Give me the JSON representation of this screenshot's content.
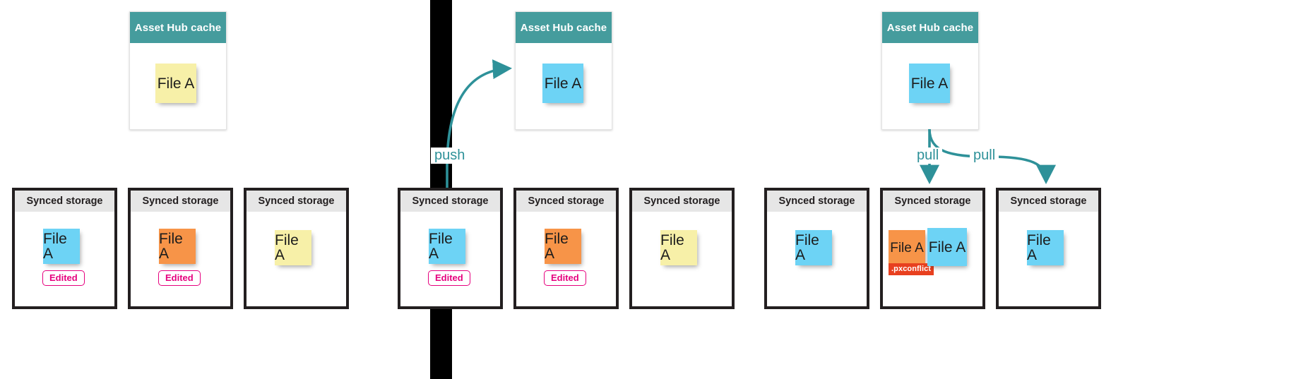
{
  "colors": {
    "teal": "#459C9D",
    "arrow_teal": "#2E9199",
    "note_yellow": "#F7F0A8",
    "note_blue": "#6DD3F5",
    "note_orange": "#F79448",
    "badge_edited": "#E6007E",
    "badge_conflict": "#E8401F",
    "store_border": "#231F20",
    "store_header": "#E6E6E6",
    "divider": "#000000"
  },
  "labels": {
    "asset_hub_cache": "Asset Hub cache",
    "synced_storage": "Synced storage",
    "file_a": "File A",
    "edited": "Edited",
    "pxconflict": ".pxconflict",
    "push": "push",
    "pull": "pull"
  },
  "panels": [
    {
      "id": "panel-1-initial",
      "hub": {
        "title": "Asset Hub cache",
        "note": {
          "label": "File A",
          "color": "yellow"
        }
      },
      "stores": [
        {
          "title": "Synced storage",
          "notes": [
            {
              "label": "File A",
              "color": "blue"
            }
          ],
          "badge": "Edited"
        },
        {
          "title": "Synced storage",
          "notes": [
            {
              "label": "File A",
              "color": "orange"
            }
          ],
          "badge": "Edited"
        },
        {
          "title": "Synced storage",
          "notes": [
            {
              "label": "File A",
              "color": "yellow"
            }
          ],
          "badge": null
        }
      ],
      "arrows": []
    },
    {
      "id": "panel-2-push",
      "hub": {
        "title": "Asset Hub cache",
        "note": {
          "label": "File A",
          "color": "blue"
        }
      },
      "stores": [
        {
          "title": "Synced storage",
          "notes": [
            {
              "label": "File A",
              "color": "blue"
            }
          ],
          "badge": "Edited"
        },
        {
          "title": "Synced storage",
          "notes": [
            {
              "label": "File A",
              "color": "orange"
            }
          ],
          "badge": "Edited"
        },
        {
          "title": "Synced storage",
          "notes": [
            {
              "label": "File A",
              "color": "yellow"
            }
          ],
          "badge": null
        }
      ],
      "arrows": [
        {
          "label": "push",
          "from": "store-1",
          "to": "hub"
        }
      ]
    },
    {
      "id": "panel-3-pull",
      "hub": {
        "title": "Asset Hub cache",
        "note": {
          "label": "File A",
          "color": "blue"
        }
      },
      "stores": [
        {
          "title": "Synced storage",
          "notes": [
            {
              "label": "File A",
              "color": "blue"
            }
          ],
          "badge": null
        },
        {
          "title": "Synced storage",
          "notes": [
            {
              "label": "File A",
              "color": "orange",
              "badge": ".pxconflict"
            },
            {
              "label": "File A",
              "color": "blue"
            }
          ],
          "badge": null
        },
        {
          "title": "Synced storage",
          "notes": [
            {
              "label": "File A",
              "color": "blue"
            }
          ],
          "badge": null
        }
      ],
      "arrows": [
        {
          "label": "pull",
          "from": "hub",
          "to": "store-2"
        },
        {
          "label": "pull",
          "from": "hub",
          "to": "store-3"
        }
      ]
    }
  ]
}
